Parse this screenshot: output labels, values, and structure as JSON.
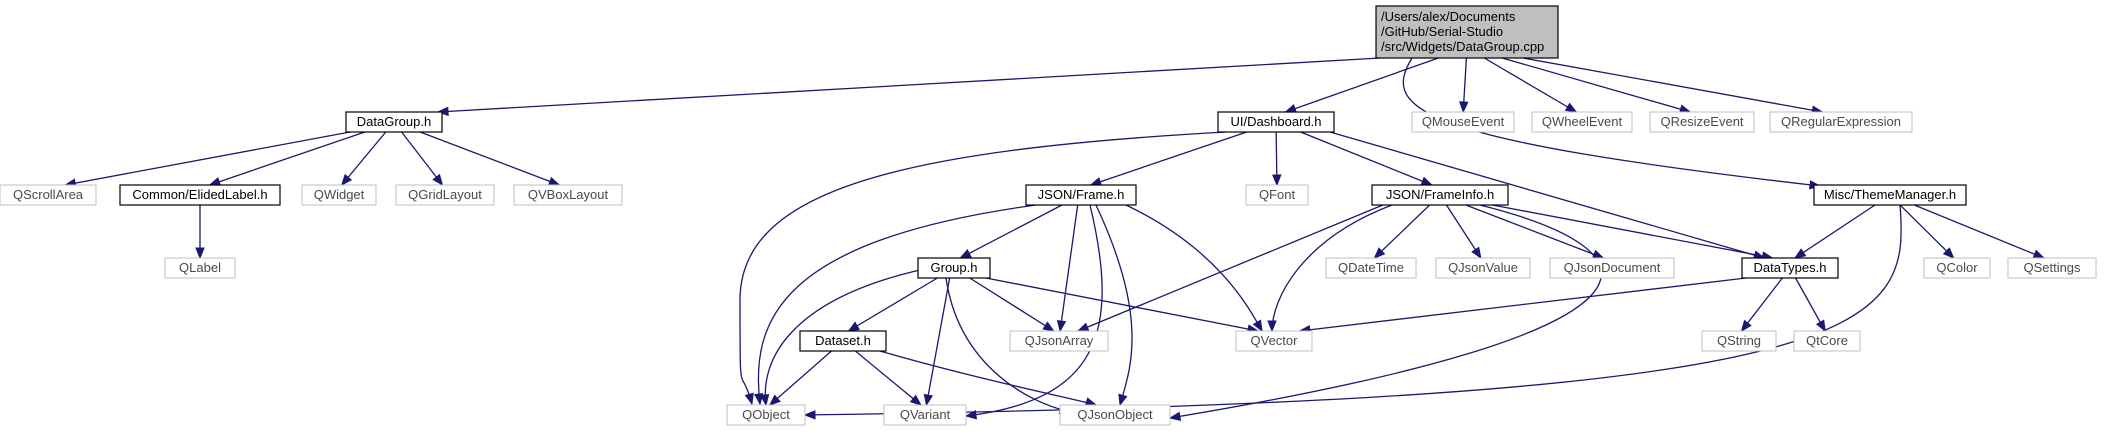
{
  "diagram": {
    "type": "include-dependency-graph",
    "nodes": [
      {
        "id": "root",
        "lines": [
          "/Users/alex/Documents",
          "/GitHub/Serial-Studio",
          "/src/Widgets/DataGroup.cpp"
        ],
        "kind": "root"
      },
      {
        "id": "datagroup_h",
        "lines": [
          "DataGroup.h"
        ],
        "kind": "local"
      },
      {
        "id": "dashboard_h",
        "lines": [
          "UI/Dashboard.h"
        ],
        "kind": "local"
      },
      {
        "id": "qmouseevent",
        "lines": [
          "QMouseEvent"
        ],
        "kind": "system"
      },
      {
        "id": "qwheelevent",
        "lines": [
          "QWheelEvent"
        ],
        "kind": "system"
      },
      {
        "id": "qresizeevent",
        "lines": [
          "QResizeEvent"
        ],
        "kind": "system"
      },
      {
        "id": "qregexp",
        "lines": [
          "QRegularExpression"
        ],
        "kind": "system"
      },
      {
        "id": "qscrollarea",
        "lines": [
          "QScrollArea"
        ],
        "kind": "system"
      },
      {
        "id": "elidedlabel_h",
        "lines": [
          "Common/ElidedLabel.h"
        ],
        "kind": "local"
      },
      {
        "id": "qwidget",
        "lines": [
          "QWidget"
        ],
        "kind": "system"
      },
      {
        "id": "qgridlayout",
        "lines": [
          "QGridLayout"
        ],
        "kind": "system"
      },
      {
        "id": "qvboxlayout",
        "lines": [
          "QVBoxLayout"
        ],
        "kind": "system"
      },
      {
        "id": "qlabel",
        "lines": [
          "QLabel"
        ],
        "kind": "system"
      },
      {
        "id": "frame_h",
        "lines": [
          "JSON/Frame.h"
        ],
        "kind": "local"
      },
      {
        "id": "qfont",
        "lines": [
          "QFont"
        ],
        "kind": "system"
      },
      {
        "id": "frameinfo_h",
        "lines": [
          "JSON/FrameInfo.h"
        ],
        "kind": "local"
      },
      {
        "id": "thememanager_h",
        "lines": [
          "Misc/ThemeManager.h"
        ],
        "kind": "local"
      },
      {
        "id": "datatypes_h",
        "lines": [
          "DataTypes.h"
        ],
        "kind": "local"
      },
      {
        "id": "qcolor",
        "lines": [
          "QColor"
        ],
        "kind": "system"
      },
      {
        "id": "qsettings",
        "lines": [
          "QSettings"
        ],
        "kind": "system"
      },
      {
        "id": "qdatetime",
        "lines": [
          "QDateTime"
        ],
        "kind": "system"
      },
      {
        "id": "qjsonvalue",
        "lines": [
          "QJsonValue"
        ],
        "kind": "system"
      },
      {
        "id": "qjsondocument",
        "lines": [
          "QJsonDocument"
        ],
        "kind": "system"
      },
      {
        "id": "group_h",
        "lines": [
          "Group.h"
        ],
        "kind": "local"
      },
      {
        "id": "qjsonarray",
        "lines": [
          "QJsonArray"
        ],
        "kind": "system"
      },
      {
        "id": "qvector",
        "lines": [
          "QVector"
        ],
        "kind": "system"
      },
      {
        "id": "qstring",
        "lines": [
          "QString"
        ],
        "kind": "system"
      },
      {
        "id": "qtcore",
        "lines": [
          "QtCore"
        ],
        "kind": "system"
      },
      {
        "id": "dataset_h",
        "lines": [
          "Dataset.h"
        ],
        "kind": "local"
      },
      {
        "id": "qobject",
        "lines": [
          "QObject"
        ],
        "kind": "system"
      },
      {
        "id": "qvariant",
        "lines": [
          "QVariant"
        ],
        "kind": "system"
      },
      {
        "id": "qjsonobject",
        "lines": [
          "QJsonObject"
        ],
        "kind": "system"
      }
    ],
    "edges": [
      {
        "from": "root",
        "to": "datagroup_h"
      },
      {
        "from": "root",
        "to": "dashboard_h"
      },
      {
        "from": "root",
        "to": "qmouseevent"
      },
      {
        "from": "root",
        "to": "qwheelevent"
      },
      {
        "from": "root",
        "to": "qresizeevent"
      },
      {
        "from": "root",
        "to": "qregexp"
      },
      {
        "from": "root",
        "to": "thememanager_h"
      },
      {
        "from": "datagroup_h",
        "to": "qscrollarea"
      },
      {
        "from": "datagroup_h",
        "to": "elidedlabel_h"
      },
      {
        "from": "datagroup_h",
        "to": "qwidget"
      },
      {
        "from": "datagroup_h",
        "to": "qgridlayout"
      },
      {
        "from": "datagroup_h",
        "to": "qvboxlayout"
      },
      {
        "from": "elidedlabel_h",
        "to": "qlabel"
      },
      {
        "from": "dashboard_h",
        "to": "frame_h"
      },
      {
        "from": "dashboard_h",
        "to": "qfont"
      },
      {
        "from": "dashboard_h",
        "to": "frameinfo_h"
      },
      {
        "from": "dashboard_h",
        "to": "datatypes_h"
      },
      {
        "from": "dashboard_h",
        "to": "qobject"
      },
      {
        "from": "frame_h",
        "to": "group_h"
      },
      {
        "from": "frame_h",
        "to": "qjsonarray"
      },
      {
        "from": "frame_h",
        "to": "qvector"
      },
      {
        "from": "frame_h",
        "to": "qvariant"
      },
      {
        "from": "frame_h",
        "to": "qjsonobject"
      },
      {
        "from": "frame_h",
        "to": "qobject"
      },
      {
        "from": "frameinfo_h",
        "to": "qdatetime"
      },
      {
        "from": "frameinfo_h",
        "to": "qjsonvalue"
      },
      {
        "from": "frameinfo_h",
        "to": "qjsondocument"
      },
      {
        "from": "frameinfo_h",
        "to": "datatypes_h"
      },
      {
        "from": "frameinfo_h",
        "to": "qjsonarray"
      },
      {
        "from": "frameinfo_h",
        "to": "qvector"
      },
      {
        "from": "frameinfo_h",
        "to": "qjsonobject"
      },
      {
        "from": "thememanager_h",
        "to": "datatypes_h"
      },
      {
        "from": "thememanager_h",
        "to": "qcolor"
      },
      {
        "from": "thememanager_h",
        "to": "qsettings"
      },
      {
        "from": "thememanager_h",
        "to": "qobject"
      },
      {
        "from": "datatypes_h",
        "to": "qvector"
      },
      {
        "from": "datatypes_h",
        "to": "qstring"
      },
      {
        "from": "datatypes_h",
        "to": "qtcore"
      },
      {
        "from": "group_h",
        "to": "dataset_h"
      },
      {
        "from": "group_h",
        "to": "qjsonarray"
      },
      {
        "from": "group_h",
        "to": "qvector"
      },
      {
        "from": "group_h",
        "to": "qvariant"
      },
      {
        "from": "group_h",
        "to": "qjsonobject"
      },
      {
        "from": "group_h",
        "to": "qobject"
      },
      {
        "from": "dataset_h",
        "to": "qobject"
      },
      {
        "from": "dataset_h",
        "to": "qvariant"
      },
      {
        "from": "dataset_h",
        "to": "qjsonobject"
      }
    ]
  }
}
